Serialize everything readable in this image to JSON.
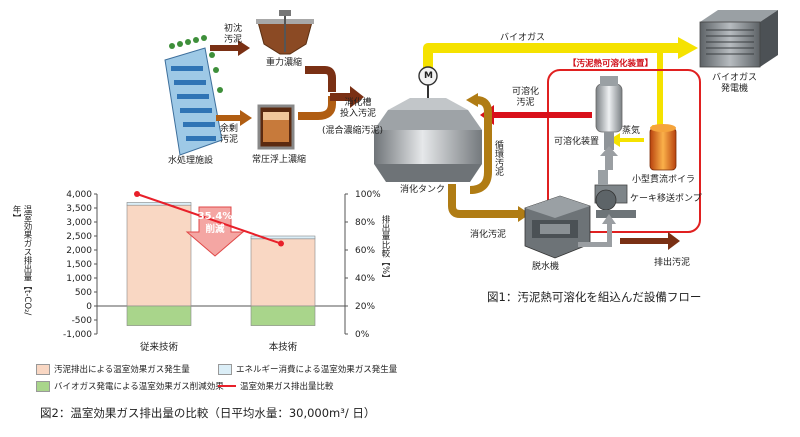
{
  "flow": {
    "label_initial_sludge": "初沈\n汚泥",
    "label_excess_sludge": "余剰\n汚泥",
    "label_gravity_thickening": "重力濃縮",
    "label_flotation_thickening": "常圧浮上濃縮",
    "label_water_facility": "水処理施設",
    "label_digester_input": "消化槽\n投入汚泥",
    "label_mixed_sludge": "(混合濃縮汚泥)",
    "label_biogas": "バイオガス",
    "label_biogas_generator": "バイオガス\n発電機",
    "label_box_title": "【汚泥熱可溶化装置】",
    "label_solubilized_sludge": "可溶化\n汚泥",
    "label_solubilizer": "可溶化装置",
    "label_steam": "蒸気",
    "label_boiler": "小型貫流ボイラ",
    "label_cake_pump": "ケーキ移送ポンプ",
    "label_digestion_tank": "消化タンク",
    "label_circulating_sludge": "循環汚泥",
    "label_digested_sludge": "消化汚泥",
    "label_dewatering": "脱水機",
    "label_discharge_sludge": "排出汚泥",
    "motor_symbol": "M",
    "caption": "図1：汚泥熱可溶化を組込んだ設備フロー"
  },
  "chart_data": {
    "type": "bar",
    "categories": [
      "従来技術",
      "本技術"
    ],
    "series": [
      {
        "name": "汚泥排出による温室効果ガス発生量",
        "values": [
          3600,
          2400
        ],
        "color": "#f9d7c3"
      },
      {
        "name": "エネルギー消費による温室効果ガス発生量",
        "values": [
          100,
          100
        ],
        "color": "#dbeef7"
      },
      {
        "name": "バイオガス発電による温室効果ガス削減効果",
        "values": [
          -700,
          -700
        ],
        "color": "#a9d58b"
      }
    ],
    "ratio_series": {
      "name": "温室効果ガス排出量比較",
      "values": [
        100,
        64.6
      ],
      "color": "#e8202a"
    },
    "annotation_line1": "35.4%",
    "annotation_line2": "削減",
    "ylabel": "温室効果ガス排出量【t-CO₂/年】",
    "y2label": "排出量比較【%】",
    "ylim": [
      -1000,
      4000
    ],
    "y_ticks": [
      "4,000",
      "3,500",
      "3,000",
      "2,500",
      "2,000",
      "1,500",
      "1,000",
      "500",
      "0",
      "-500",
      "-1,000"
    ],
    "y2lim": [
      0,
      100
    ],
    "y2_ticks": [
      "100%",
      "80%",
      "60%",
      "40%",
      "20%",
      "0%"
    ],
    "grid": false,
    "caption": "図2：温室効果ガス排出量の比較（日平均水量：30,000m³/ 日）"
  }
}
